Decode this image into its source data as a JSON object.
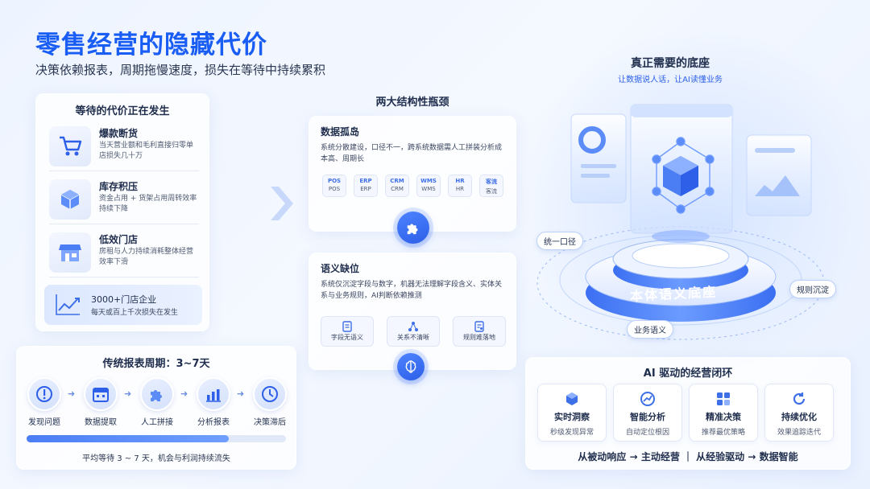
{
  "header": {
    "title": "零售经营的隐藏代价",
    "subtitle": "决策依赖报表，周期拖慢速度，损失在等待中持续累积"
  },
  "cost": {
    "heading": "等待的代价正在发生",
    "items": [
      {
        "icon": "shopping-cart-icon",
        "title": "爆款断货",
        "desc": "当天营业额和毛利直接归零单店损失几十万"
      },
      {
        "icon": "inventory-box-icon",
        "title": "库存积压",
        "desc": "资金占用 + 货架占用周转效率持续下降"
      },
      {
        "icon": "store-icon",
        "title": "低效门店",
        "desc": "房租与人力持续消耗整体经营效率下滑"
      }
    ],
    "stat": {
      "icon": "trend-chart-icon",
      "big": "3000+门店企业",
      "small": "每天或百上千次损失在发生"
    }
  },
  "cycle": {
    "heading": "传统报表周期：3~7天",
    "steps": [
      {
        "icon": "alert-icon",
        "label": "发现问题"
      },
      {
        "icon": "calendar-icon",
        "label": "数据提取"
      },
      {
        "icon": "puzzle-icon",
        "label": "人工拼接"
      },
      {
        "icon": "report-chart-icon",
        "label": "分析报表"
      },
      {
        "icon": "clock-icon",
        "label": "决策滞后"
      }
    ],
    "progress": 0.78,
    "footer": "平均等待 3 ~ 7 天，机会与利润持续流失"
  },
  "bottlenecks": {
    "heading": "两大结构性瓶颈",
    "silo": {
      "title": "数据孤岛",
      "desc": "系统分散建设，口径不一，跨系统数据需人工拼装分析成本高、周期长",
      "systems": [
        {
          "abbr": "POS",
          "name": "POS"
        },
        {
          "abbr": "ERP",
          "name": "ERP"
        },
        {
          "abbr": "CRM",
          "name": "CRM"
        },
        {
          "abbr": "WMS",
          "name": "WMS"
        },
        {
          "abbr": "HR",
          "name": "HR"
        },
        {
          "abbr": "客流",
          "name": "客流"
        }
      ]
    },
    "semantic": {
      "title": "语义缺位",
      "desc": "系统仅沉淀字段与数字，机器无法理解字段含义、实体关系与业务规则，AI判断依赖推测",
      "items": [
        {
          "icon": "field-doc-icon",
          "label": "字段无语义"
        },
        {
          "icon": "relation-icon",
          "label": "关系不清晰"
        },
        {
          "icon": "rule-doc-icon",
          "label": "规则难落地"
        }
      ]
    }
  },
  "foundation": {
    "title": "真正需要的底座",
    "subtitle": "让数据说人话，让AI读懂业务",
    "base_label": "本体语义底座",
    "tags": [
      "统一口径",
      "规则沉淀",
      "业务语义"
    ]
  },
  "loop": {
    "heading": "AI 驱动的经营闭环",
    "items": [
      {
        "icon": "cube-icon",
        "title": "实时洞察",
        "desc": "秒级发现异常"
      },
      {
        "icon": "analysis-icon",
        "title": "智能分析",
        "desc": "自动定位根因"
      },
      {
        "icon": "decision-grid-icon",
        "title": "精准决策",
        "desc": "推荐最优策略"
      },
      {
        "icon": "refresh-icon",
        "title": "持续优化",
        "desc": "效果追踪迭代"
      }
    ],
    "footer": "从被动响应 → 主动经营 ｜ 从经验驱动 → 数据智能"
  },
  "colors": {
    "accent": "#1a5df5",
    "accent_light": "#4b7df5",
    "background": "#eef4ff"
  }
}
